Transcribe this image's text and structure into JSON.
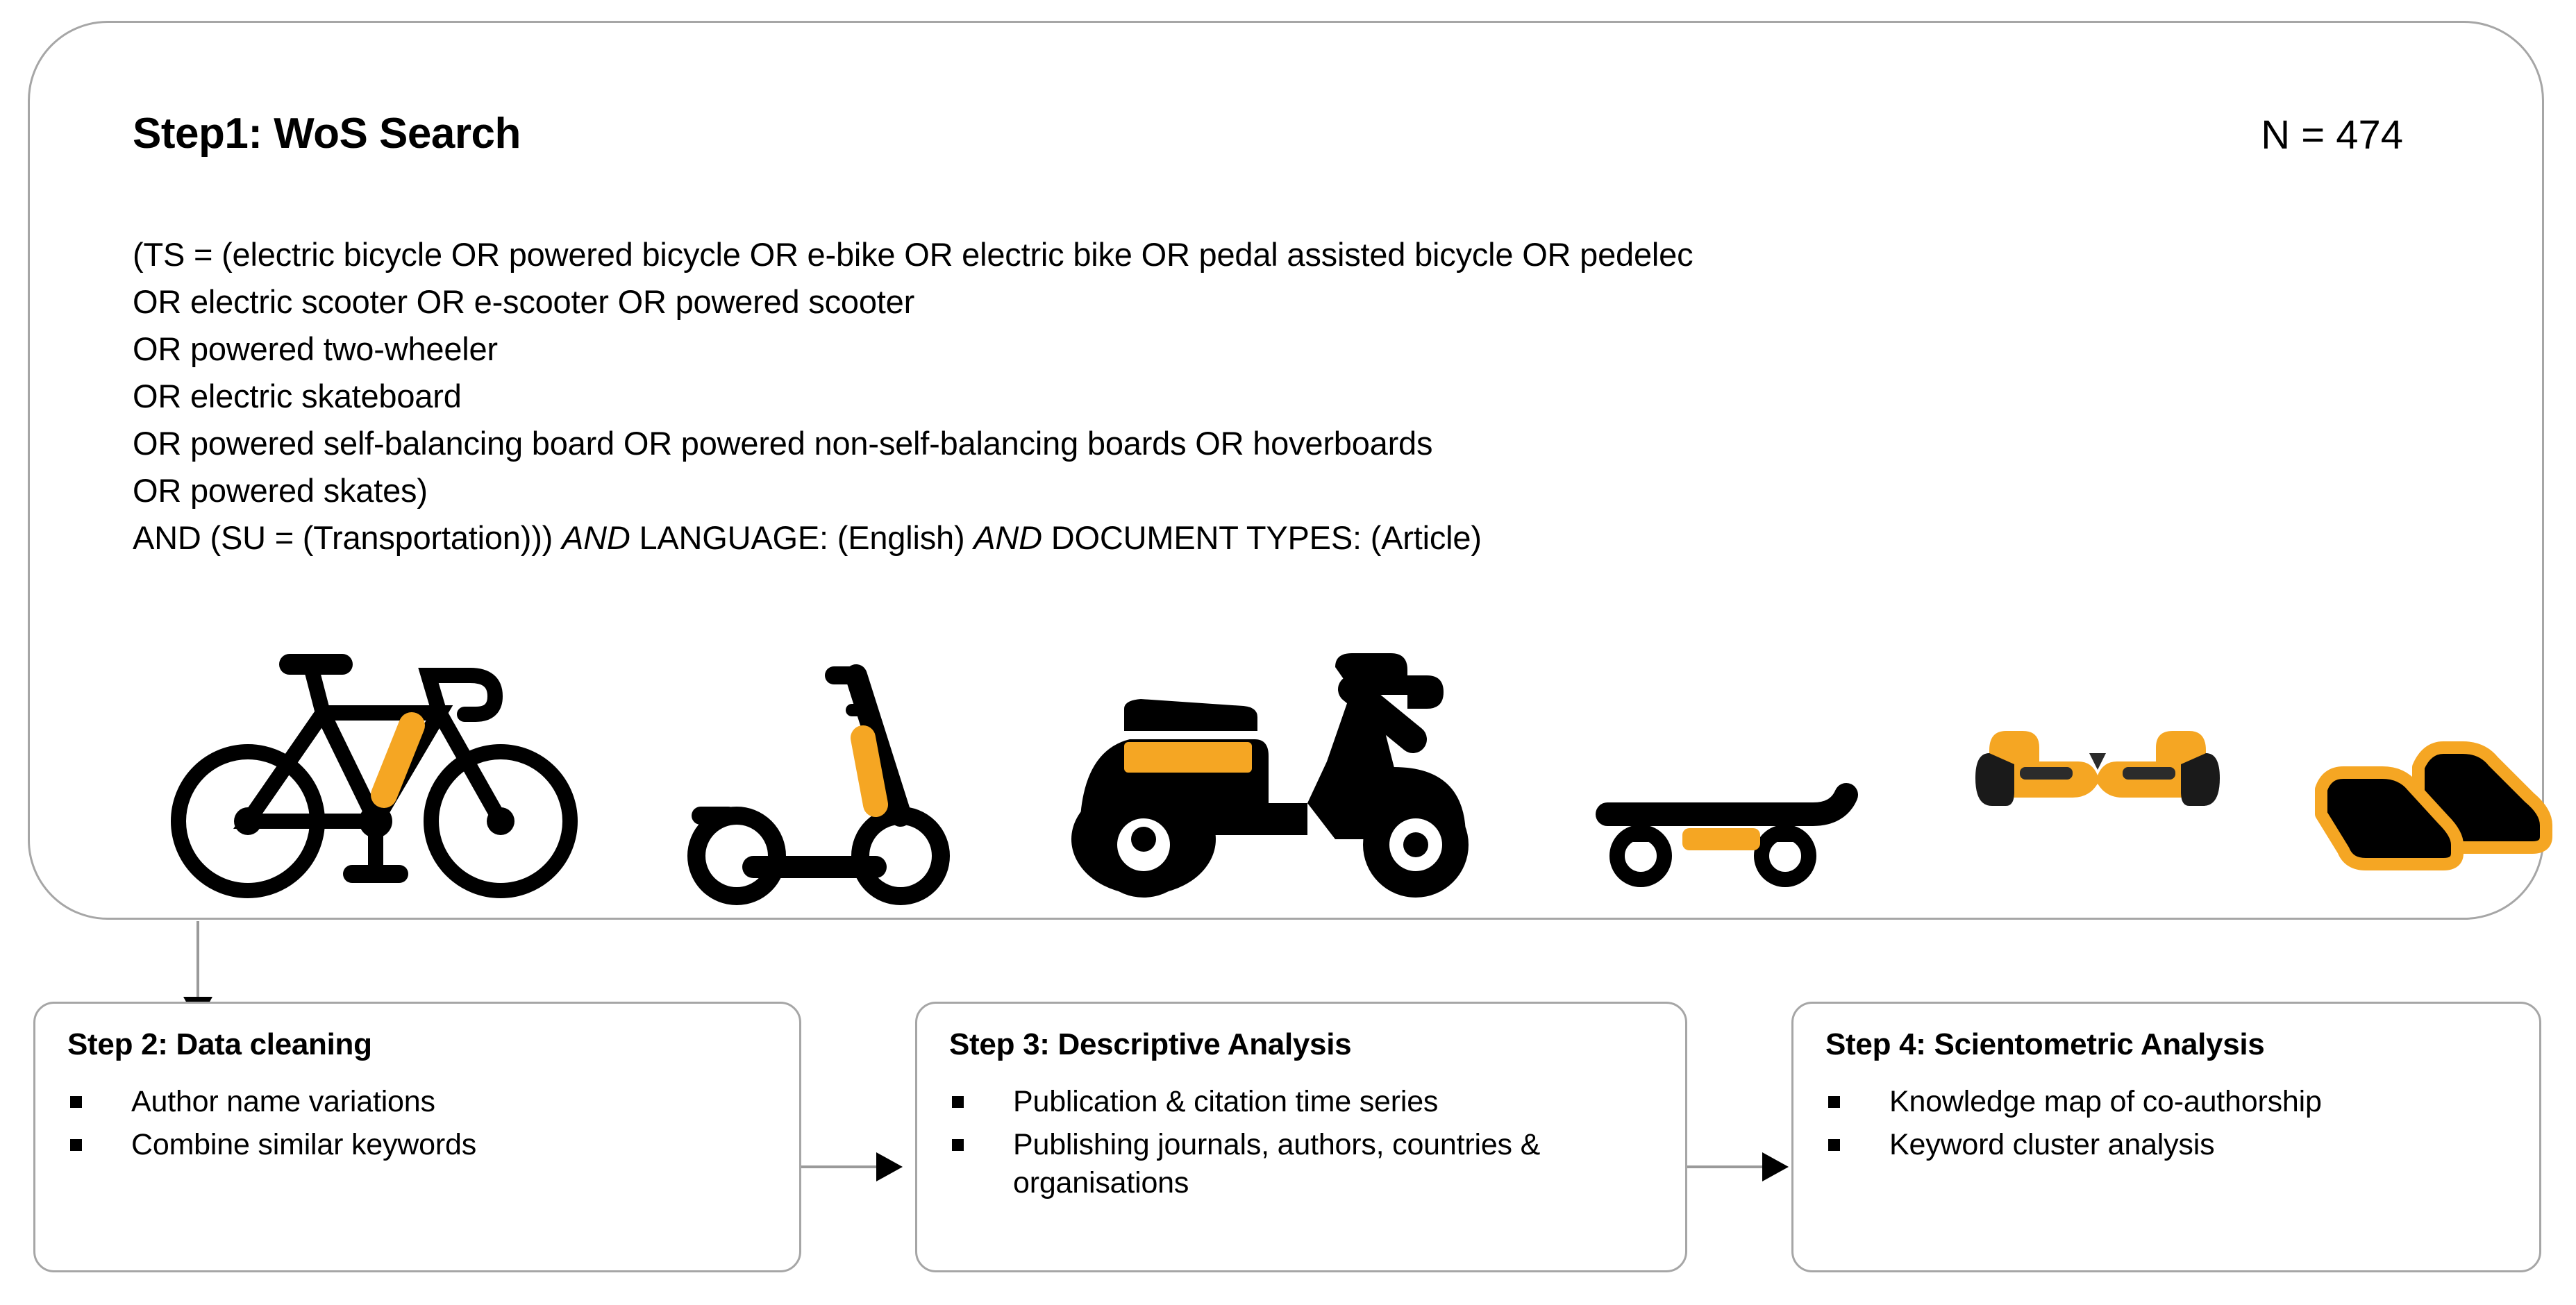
{
  "step1": {
    "title": "Step1: WoS Search",
    "count_label": "N = 474",
    "query_lines": [
      "(TS = (electric bicycle  OR powered bicycle  OR e-bike  OR electric bike  OR pedal assisted bicycle OR pedelec",
      "OR electric scooter  OR e-scooter  OR powered scooter",
      "OR powered two-wheeler",
      "OR electric skateboard",
      "OR powered self-balancing board  OR powered non-self-balancing  boards  OR hoverboards",
      "OR powered skates)"
    ],
    "query_last_line": {
      "part1": "AND (SU = (Transportation))) ",
      "and1": "AND",
      "part2": " LANGUAGE: (English) ",
      "and2": "AND",
      "part3": " DOCUMENT TYPES:  (Article)"
    },
    "icons": [
      {
        "name": "electric-bicycle-icon",
        "label": "electric bicycle"
      },
      {
        "name": "electric-scooter-icon",
        "label": "electric scooter"
      },
      {
        "name": "powered-moped-icon",
        "label": "powered two-wheeler"
      },
      {
        "name": "electric-skateboard-icon",
        "label": "electric skateboard"
      },
      {
        "name": "hoverboard-icon",
        "label": "hoverboard"
      },
      {
        "name": "powered-skates-icon",
        "label": "powered skates"
      }
    ]
  },
  "step2": {
    "heading": "Step 2: Data cleaning",
    "items": [
      "Author name variations",
      "Combine similar keywords"
    ]
  },
  "step3": {
    "heading": "Step 3: Descriptive Analysis",
    "items": [
      "Publication  & citation time series",
      "Publishing  journals,  authors, countries & organisations"
    ]
  },
  "step4": {
    "heading": "Step 4: Scientometric Analysis",
    "items": [
      "Knowledge  map of co-authorship",
      "Keyword cluster analysis"
    ]
  },
  "colors": {
    "accent_orange": "#F5A623",
    "icon_black": "#000000",
    "box_border_gray": "#A6A6A6",
    "connector_gray": "#9A9A9A",
    "background": "#FFFFFF"
  }
}
